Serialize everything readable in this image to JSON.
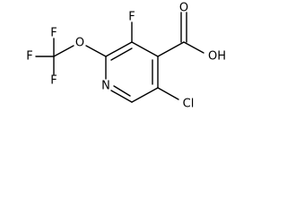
{
  "atoms": {
    "f_ring": "F",
    "oh": "OH",
    "o_carbonyl": "O",
    "o_ether": "O",
    "f_cf3_top": "F",
    "f_cf3_left": "F",
    "f_cf3_bottom": "F",
    "n_ring": "N",
    "cl": "Cl"
  }
}
